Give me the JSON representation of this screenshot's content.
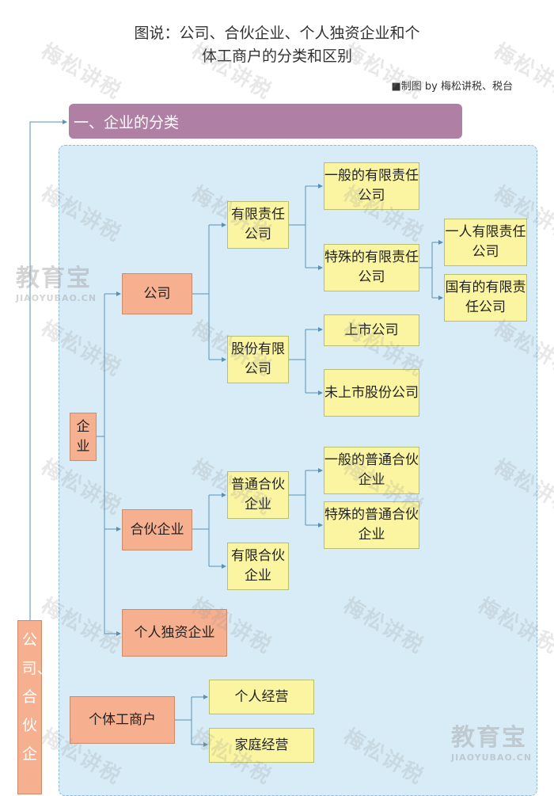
{
  "title_line1": "图说：公司、合伙企业、个人独资企业和个",
  "title_line2": "体工商户的分类和区别",
  "credit": "■制图 by 梅松讲税、税台",
  "section_title": "一、企业的分类",
  "side_label": "公司、合伙企",
  "nodes": {
    "enterprise": "企业",
    "company": "公司",
    "llc": "有限责任公司",
    "general_llc": "一般的有限责任公司",
    "special_llc": "特殊的有限责任公司",
    "one_person": "一人有限责任公司",
    "state_owned": "国有的有限责任公司",
    "joint_stock": "股份有限公司",
    "listed": "上市公司",
    "unlisted": "未上市股份公司",
    "partnership": "合伙企业",
    "general_partnership": "普通合伙企业",
    "ordinary_general": "一般的普通合伙企业",
    "special_general": "特殊的普通合伙企业",
    "limited_partnership": "有限合伙企业",
    "sole_proprietorship": "个人独资企业",
    "individual_business": "个体工商户",
    "individual_operation": "个人经营",
    "family_operation": "家庭经营"
  },
  "watermark": "梅松讲税",
  "logo": {
    "big": "教育宝",
    "small": "JIAOYUBAO.CN"
  }
}
